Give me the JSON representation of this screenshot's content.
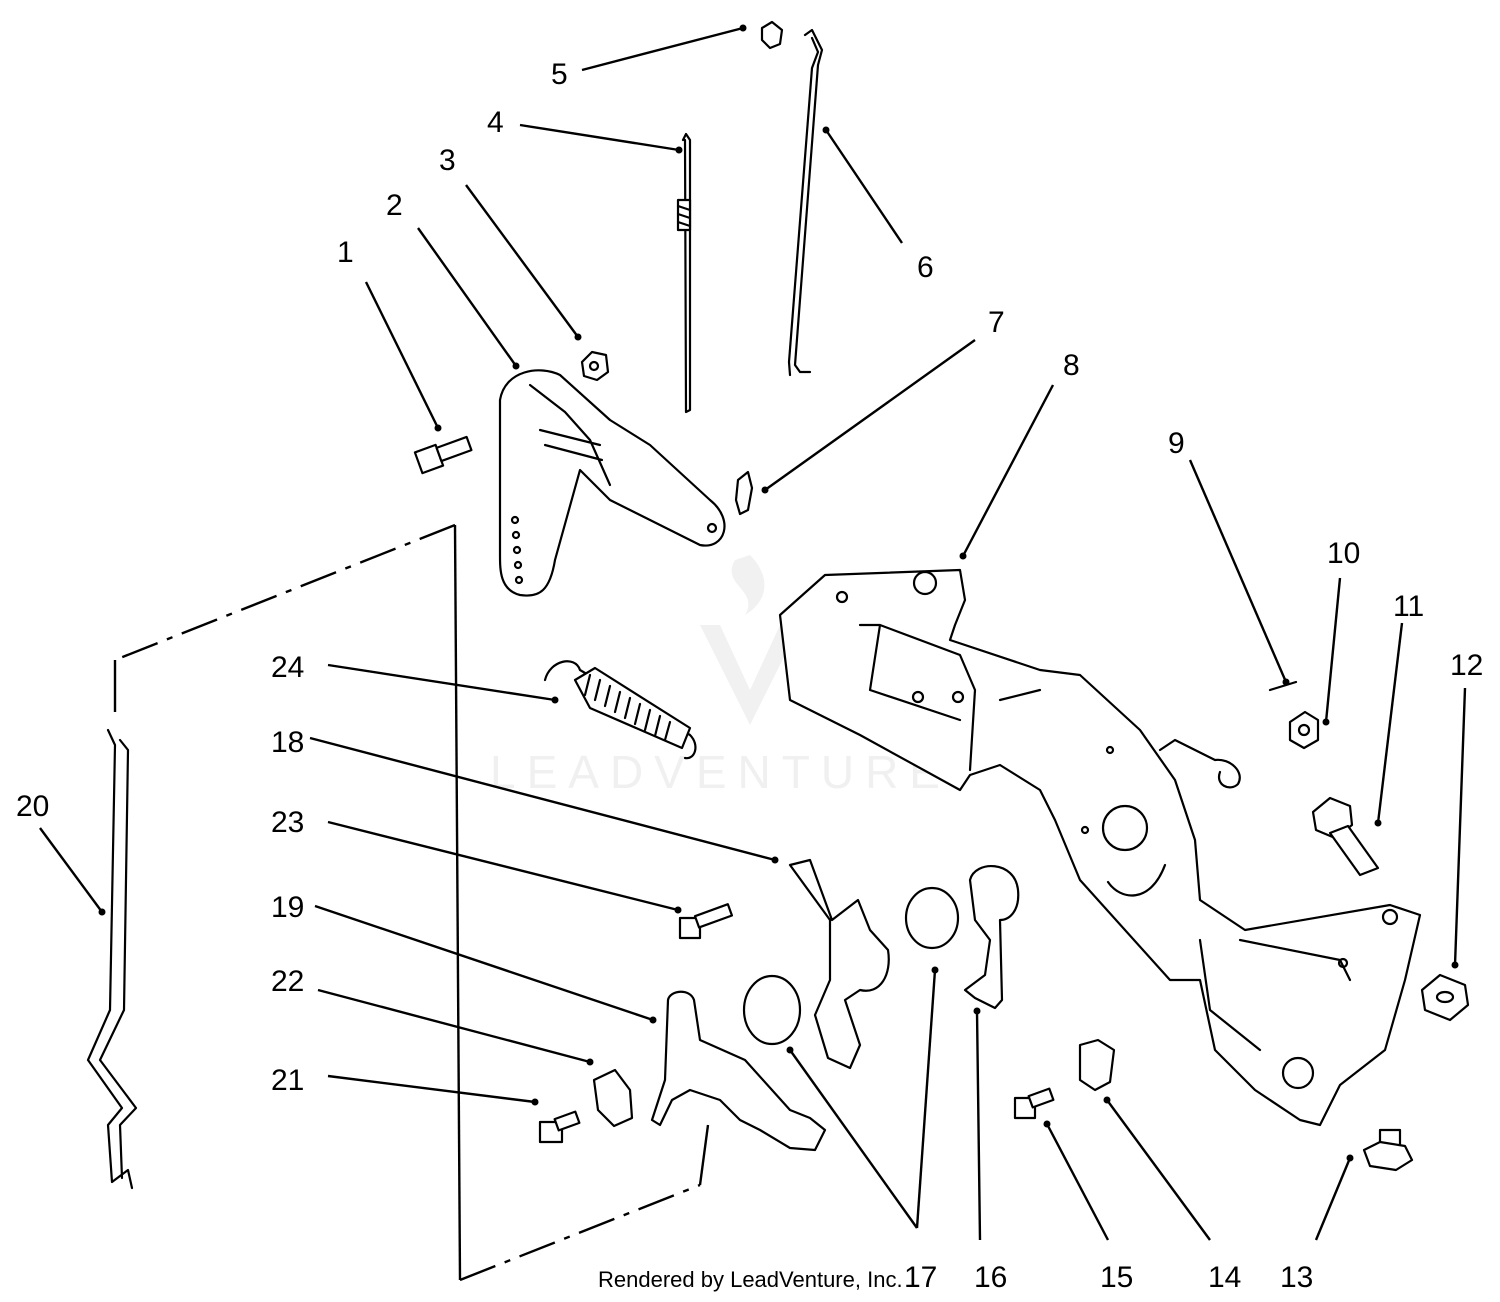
{
  "callouts": [
    {
      "id": "1",
      "label": "1"
    },
    {
      "id": "2",
      "label": "2"
    },
    {
      "id": "3",
      "label": "3"
    },
    {
      "id": "4",
      "label": "4"
    },
    {
      "id": "5",
      "label": "5"
    },
    {
      "id": "6",
      "label": "6"
    },
    {
      "id": "7",
      "label": "7"
    },
    {
      "id": "8",
      "label": "8"
    },
    {
      "id": "9",
      "label": "9"
    },
    {
      "id": "10",
      "label": "10"
    },
    {
      "id": "11",
      "label": "11"
    },
    {
      "id": "12",
      "label": "12"
    },
    {
      "id": "13",
      "label": "13"
    },
    {
      "id": "14",
      "label": "14"
    },
    {
      "id": "15",
      "label": "15"
    },
    {
      "id": "16",
      "label": "16"
    },
    {
      "id": "17",
      "label": "17"
    },
    {
      "id": "18",
      "label": "18"
    },
    {
      "id": "19",
      "label": "19"
    },
    {
      "id": "20",
      "label": "20"
    },
    {
      "id": "21",
      "label": "21"
    },
    {
      "id": "22",
      "label": "22"
    },
    {
      "id": "23",
      "label": "23"
    },
    {
      "id": "24",
      "label": "24"
    }
  ],
  "credit": "Rendered by LeadVenture, Inc.",
  "watermark": "LEADVENTURE"
}
